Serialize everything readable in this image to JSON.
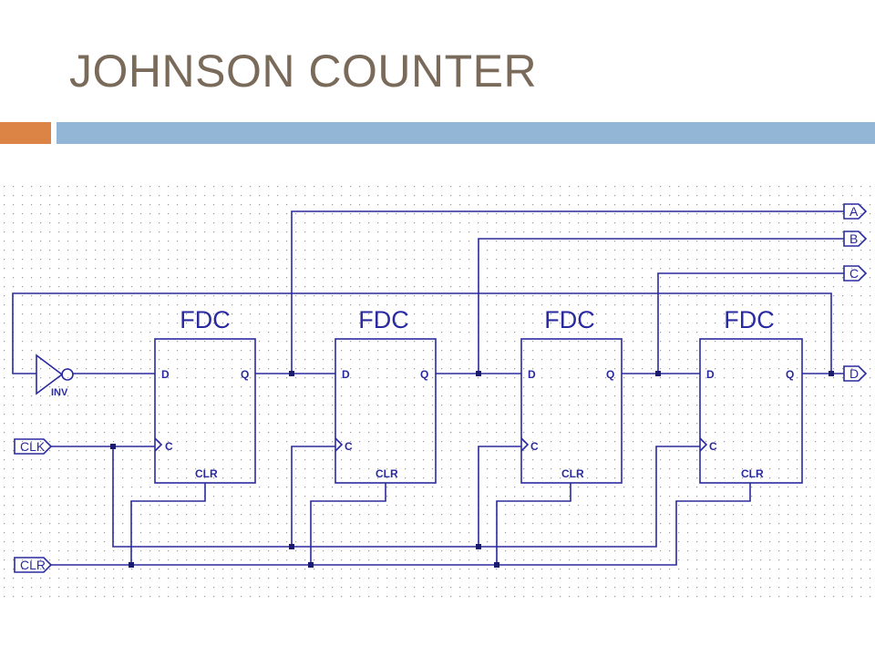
{
  "slide": {
    "title": "JOHNSON COUNTER"
  },
  "schematic": {
    "flipflops": [
      {
        "type": "FDC",
        "d": "D",
        "q": "Q",
        "c": "C",
        "clr": "CLR"
      },
      {
        "type": "FDC",
        "d": "D",
        "q": "Q",
        "c": "C",
        "clr": "CLR"
      },
      {
        "type": "FDC",
        "d": "D",
        "q": "Q",
        "c": "C",
        "clr": "CLR"
      },
      {
        "type": "FDC",
        "d": "D",
        "q": "Q",
        "c": "C",
        "clr": "CLR"
      }
    ],
    "inverter": {
      "label": "INV"
    },
    "inputs": [
      {
        "label": "CLK"
      },
      {
        "label": "CLR"
      }
    ],
    "outputs": [
      {
        "label": "A"
      },
      {
        "label": "B"
      },
      {
        "label": "C"
      },
      {
        "label": "D"
      }
    ],
    "colors": {
      "wire": "#2a2aa0",
      "grid_dot": "#9a9a9a",
      "title": "#7a6a5a",
      "accent_orange": "#dc8445",
      "accent_blue": "#94b6d6"
    }
  }
}
